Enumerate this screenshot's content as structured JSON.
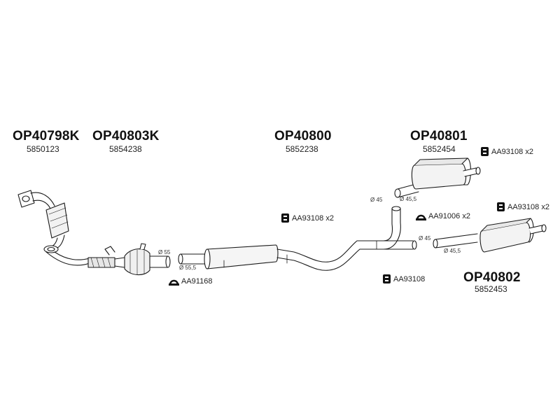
{
  "parts": [
    {
      "code": "OP40798K",
      "number": "5850123"
    },
    {
      "code": "OP40803K",
      "number": "5854238"
    },
    {
      "code": "OP40800",
      "number": "5852238"
    },
    {
      "code": "OP40801",
      "number": "5852454"
    },
    {
      "code": "OP40802",
      "number": "5852453"
    }
  ],
  "fittings": [
    {
      "label": "AA93108 x2",
      "icon": "clamp-icon"
    },
    {
      "label": "AA93108 x2",
      "icon": "clamp-icon"
    },
    {
      "label": "AA93108 x2",
      "icon": "clamp-icon"
    },
    {
      "label": "AA91006 x2",
      "icon": "hanger-icon"
    },
    {
      "label": "AA93108",
      "icon": "clamp-icon"
    },
    {
      "label": "AA91168",
      "icon": "hanger-icon"
    }
  ],
  "dimensions": [
    "Ø 55",
    "Ø 55,5",
    "Ø 45",
    "Ø 45,5",
    "Ø 45",
    "Ø 45,5"
  ]
}
